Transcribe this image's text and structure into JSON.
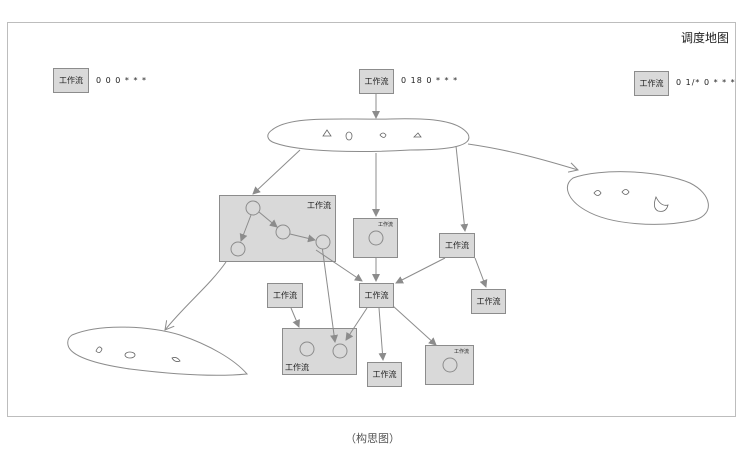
{
  "map_title": "调度地图",
  "caption": "（构思图）",
  "workflow_label": "工作流",
  "cron_left": "0 0 0 * * *",
  "cron_center": "0 18 0 * * *",
  "cron_right": "0 1/* 0 * * *",
  "colors": {
    "box_fill": "#d9d9d9",
    "box_border": "#8c8c8c",
    "line": "#8c8c8c"
  }
}
